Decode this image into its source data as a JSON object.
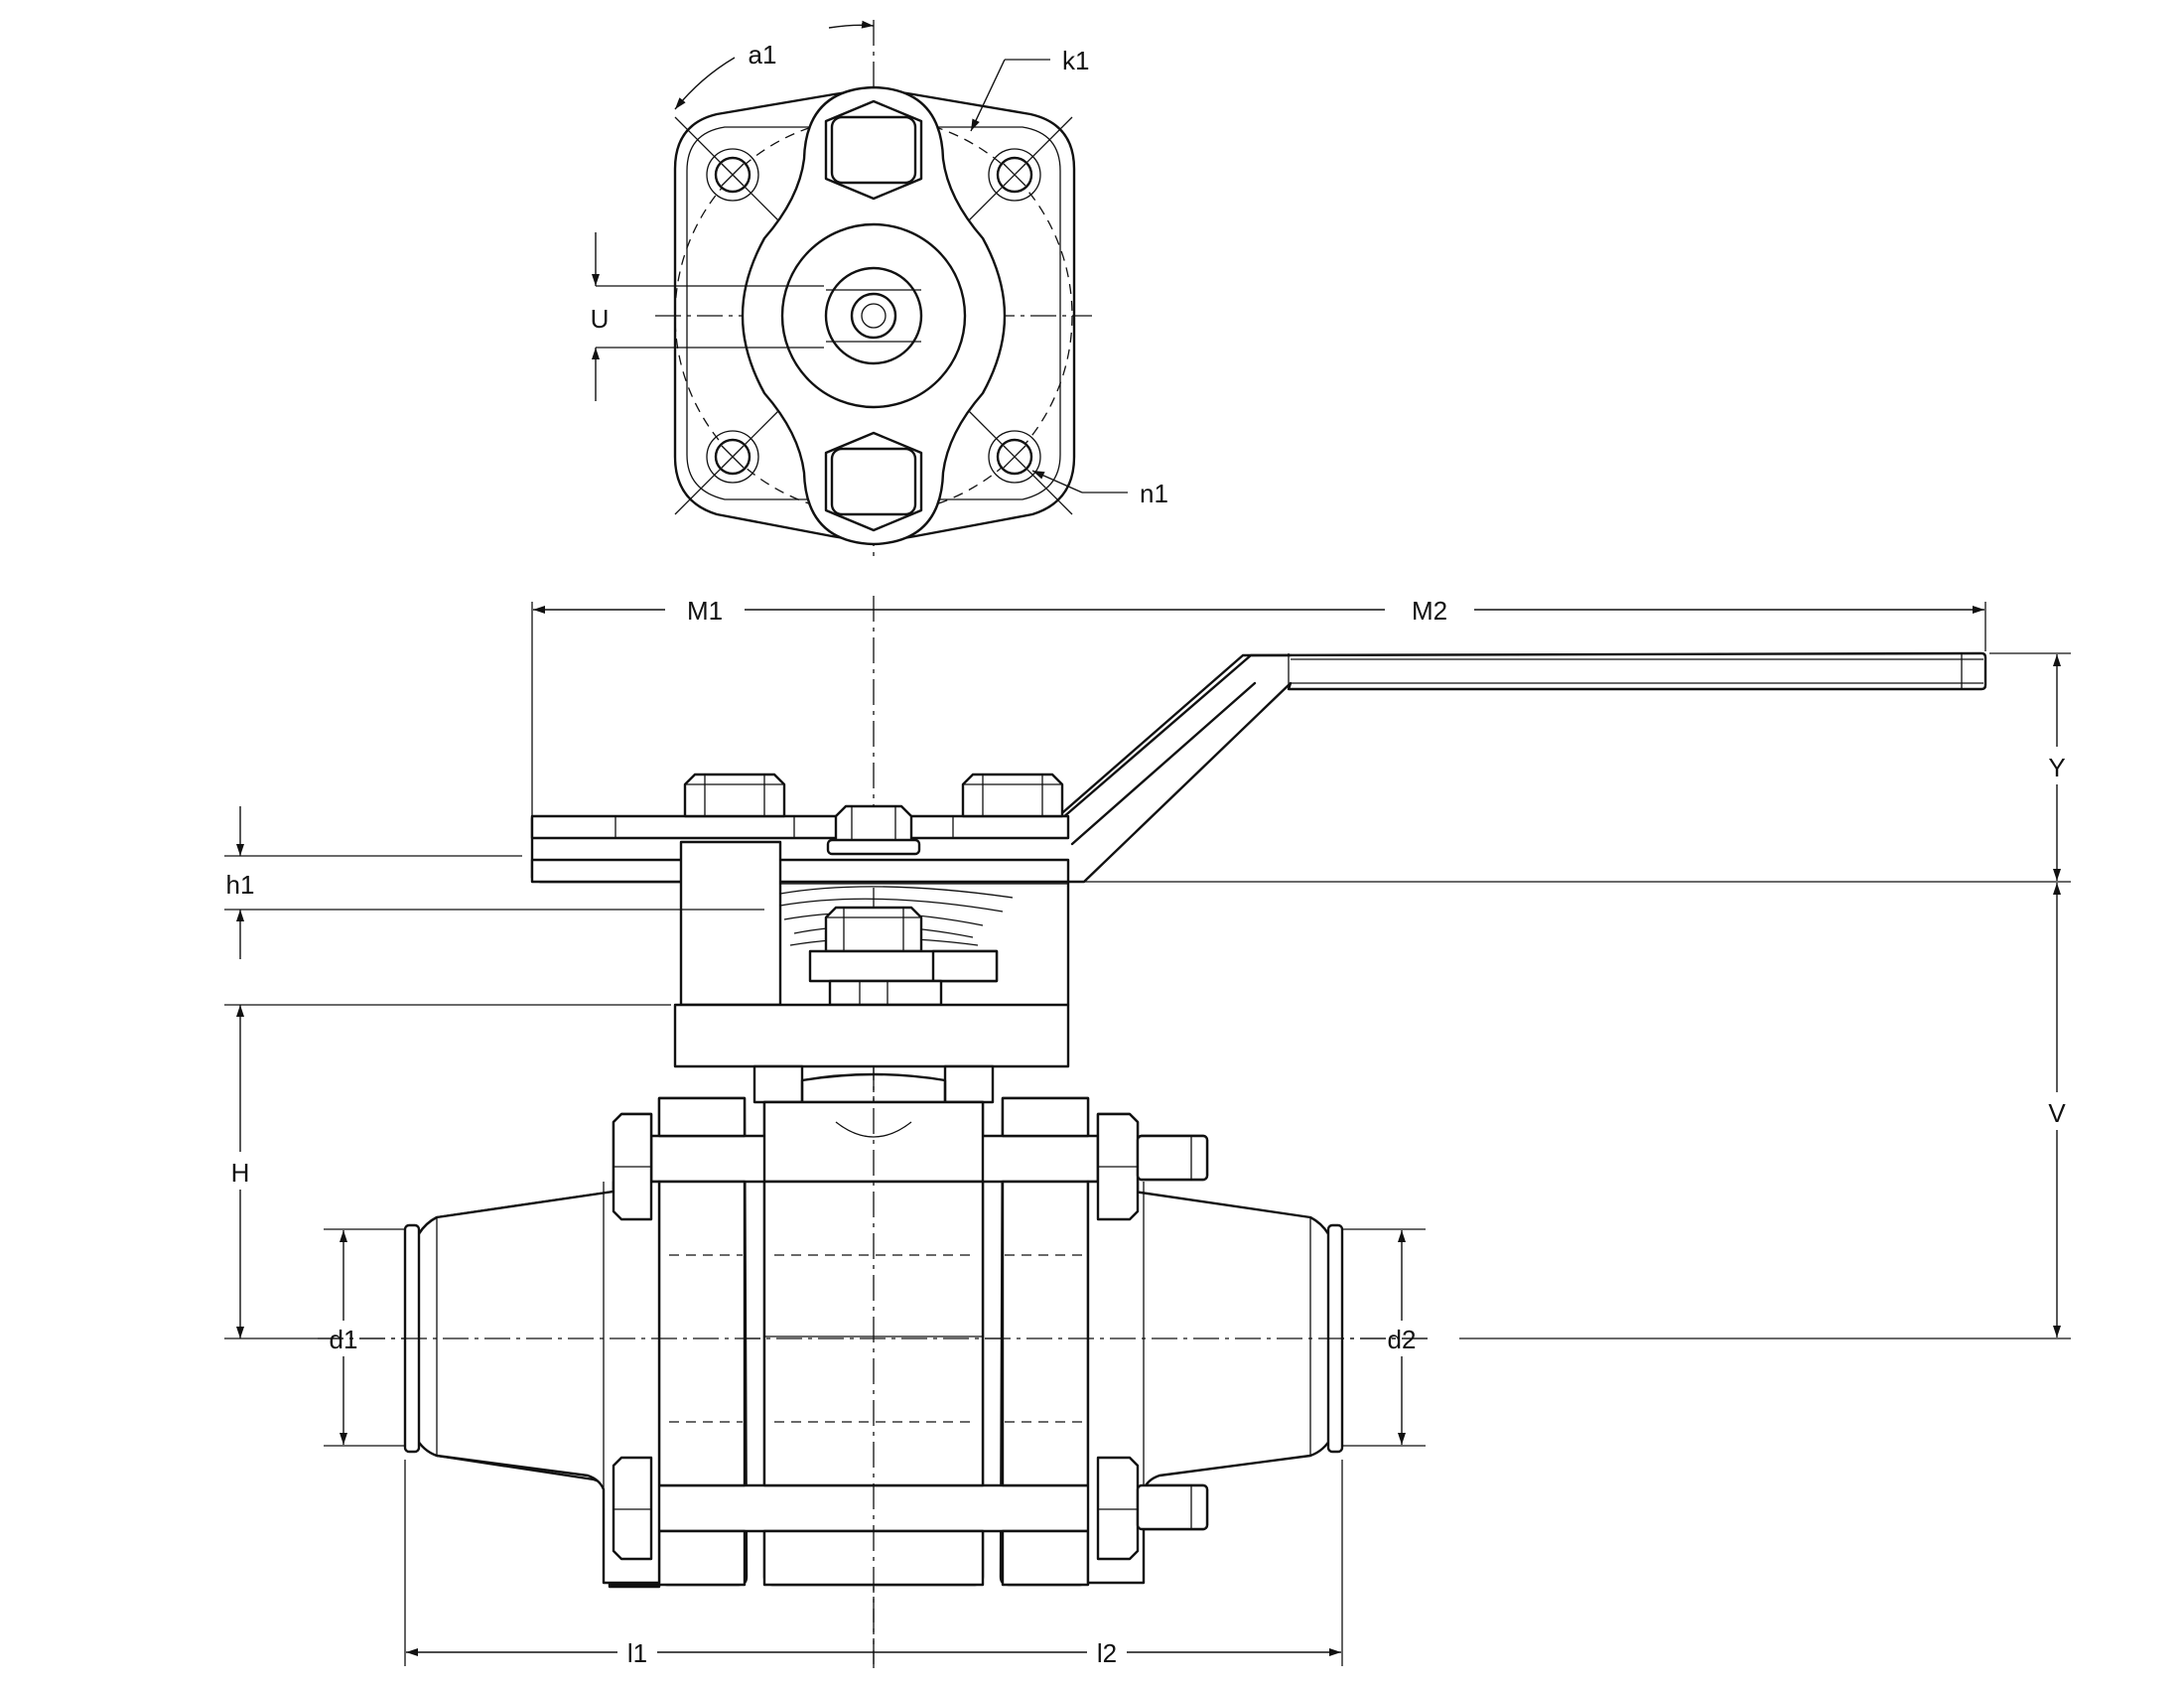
{
  "labels": {
    "a1": "a1",
    "k1": "k1",
    "U": "U",
    "n1": "n1",
    "M1": "M1",
    "M2": "M2",
    "Y": "Y",
    "h1": "h1",
    "V": "V",
    "H": "H",
    "d1": "d1",
    "d2": "d2",
    "l1": "l1",
    "l2": "l2"
  }
}
